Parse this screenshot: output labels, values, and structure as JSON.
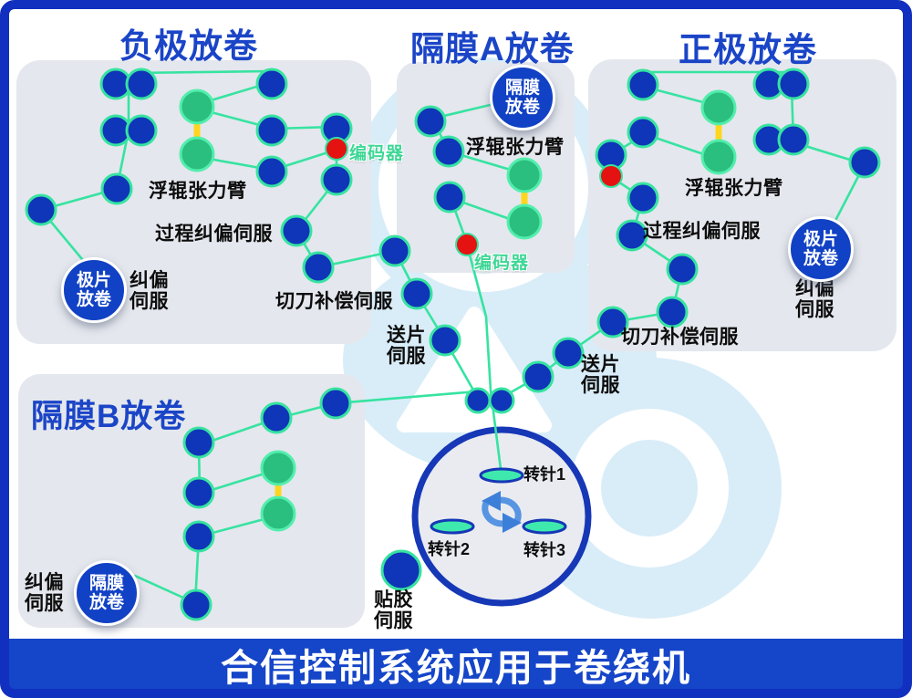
{
  "banner": {
    "text": "合信控制系统应用于卷绕机"
  },
  "titles": {
    "negative": "负极放卷",
    "separator_a": "隔膜A放卷",
    "positive": "正极放卷",
    "separator_b": "隔膜B放卷"
  },
  "badges": {
    "electrode_unwind": "极片\n放卷",
    "separator_unwind": "隔膜\n放卷"
  },
  "labels": {
    "float_roller_arm": "浮辊张力臂",
    "process_correction_servo": "过程纠偏伺服",
    "correction_servo": "纠偏\n伺服",
    "cutter_compensation_servo": "切刀补偿伺服",
    "feed_servo": "送片\n伺服",
    "taping_servo": "贴胶\n伺服",
    "encoder": "编码器"
  },
  "needles": {
    "n1": "转针1",
    "n2": "转针2",
    "n3": "转针3"
  },
  "icons": {
    "rotation_icon": "cyclic-rotation-arrows",
    "encoder_dot": "red-encoder-marker",
    "roller": "blue-guide-roller",
    "float_roller": "green-floating-roller",
    "needle": "winding-needle-ellipse"
  },
  "colors": {
    "frame_border": "#1130bf",
    "banner_bg": "#1545c8",
    "title_blue": "#1b45c7",
    "panel_gray": "#e4e7ed",
    "deco_light_blue": "#d9edf8",
    "web_line_green": "#36e3a1",
    "roller_blue": "#0f35b8",
    "float_roller_green": "#2abf7e",
    "tension_bar_yellow": "#ffd61e",
    "encoder_red": "#e51212",
    "encoder_text_green": "#3fd796",
    "badge_blue": "#1141c4"
  }
}
